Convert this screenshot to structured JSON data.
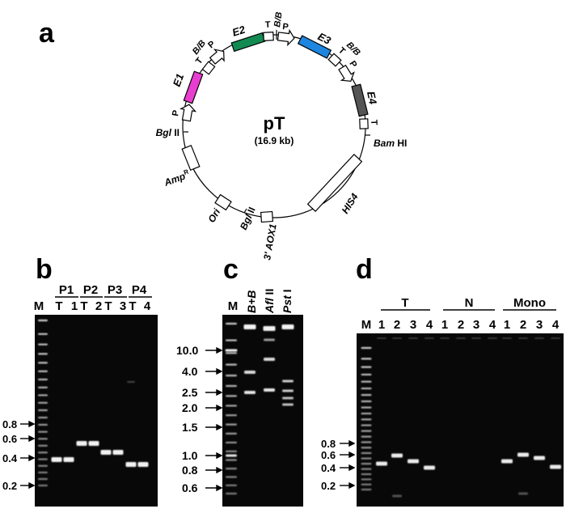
{
  "panels": {
    "a": "a",
    "b": "b",
    "c": "c",
    "d": "d"
  },
  "plasmid": {
    "name": "pT",
    "size": "(16.9 kb)",
    "labels": {
      "e1": "E1",
      "e2": "E2",
      "e3": "E3",
      "e4": "E4",
      "p": "P",
      "t": "T",
      "bb": "B/B",
      "bgl": "Bgl",
      "bgl_suffix": " II",
      "bam": "Bam",
      "bam_suffix": " HI",
      "amp": "Amp",
      "amp_sup": "R",
      "ori": "Ori",
      "aox": "3' AOX1",
      "his": "HIS4"
    },
    "colors": {
      "e1": "#e83ecf",
      "e2": "#138a52",
      "e3": "#1f86e0",
      "e4": "#555555",
      "open": "#ffffff"
    }
  },
  "gel_b": {
    "groups": [
      "P1",
      "P2",
      "P3",
      "P4"
    ],
    "lanes": [
      "M",
      "T",
      "1",
      "T",
      "2",
      "T",
      "3",
      "T",
      "4"
    ],
    "marker_labels": [
      "0.8",
      "0.6",
      "0.4",
      "0.2"
    ]
  },
  "gel_c": {
    "lanes": [
      "M",
      "B+B",
      "Afl",
      "Pst"
    ],
    "lane_suffix": [
      "",
      "",
      " II",
      " I"
    ],
    "marker_labels": [
      "10.0",
      "4.0",
      "2.5",
      "2.0",
      "1.5",
      "1.0",
      "0.8",
      "0.6"
    ]
  },
  "gel_d": {
    "groups": [
      "T",
      "N",
      "Mono"
    ],
    "lanes": [
      "M",
      "1",
      "2",
      "3",
      "4",
      "1",
      "2",
      "3",
      "4",
      "1",
      "2",
      "3",
      "4"
    ],
    "marker_labels": [
      "0.8",
      "0.6",
      "0.4",
      "0.2"
    ]
  }
}
